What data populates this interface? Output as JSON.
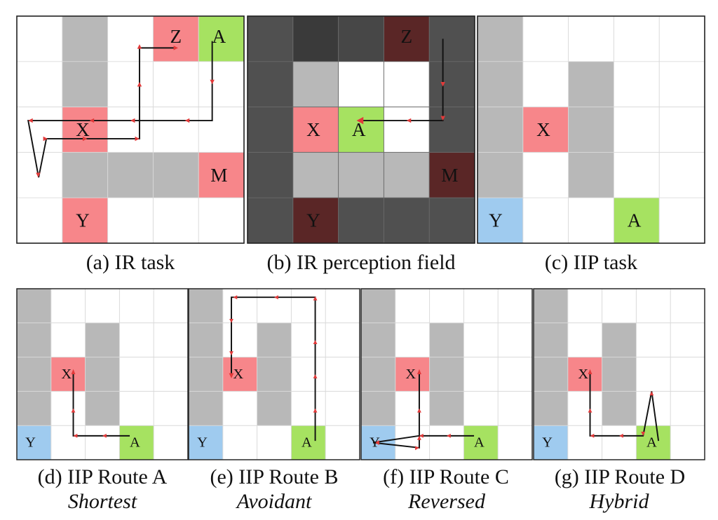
{
  "colors": {
    "red": "#f7868a",
    "green": "#a6e261",
    "blue": "#9fcbef",
    "wall": "#b8b8b8",
    "dark": "#505050",
    "darker": "#3a3a3a",
    "darkred": "#5a2626",
    "line": "#d9d9d9",
    "border": "#222222"
  },
  "panels": [
    {
      "id": "a",
      "caption": "(a) IR task",
      "subtitle": "",
      "labels": [
        {
          "text": "Z",
          "cell": [
            3,
            0
          ]
        },
        {
          "text": "A",
          "cell": [
            4,
            0
          ]
        },
        {
          "text": "X",
          "cell": [
            1,
            2
          ]
        },
        {
          "text": "M",
          "cell": [
            4,
            3
          ]
        },
        {
          "text": "Y",
          "cell": [
            1,
            4
          ]
        }
      ]
    },
    {
      "id": "b",
      "caption": "(b) IR perception field",
      "subtitle": "",
      "labels": [
        {
          "text": "Z",
          "cell": [
            3,
            0
          ]
        },
        {
          "text": "X",
          "cell": [
            1,
            2
          ]
        },
        {
          "text": "A",
          "cell": [
            2,
            2
          ]
        },
        {
          "text": "M",
          "cell": [
            4,
            3
          ]
        },
        {
          "text": "Y",
          "cell": [
            1,
            4
          ]
        }
      ]
    },
    {
      "id": "c",
      "caption": "(c) IIP task",
      "subtitle": "",
      "labels": [
        {
          "text": "X",
          "cell": [
            1,
            2
          ]
        },
        {
          "text": "Y",
          "cell": [
            0,
            4
          ]
        },
        {
          "text": "A",
          "cell": [
            3,
            4
          ]
        }
      ]
    },
    {
      "id": "d",
      "caption": "(d) IIP Route A",
      "subtitle": "Shortest",
      "labels": [
        {
          "text": "X",
          "cell": [
            1,
            2
          ]
        },
        {
          "text": "Y",
          "cell": [
            0,
            4
          ]
        },
        {
          "text": "A",
          "cell": [
            3,
            4
          ]
        }
      ]
    },
    {
      "id": "e",
      "caption": "(e) IIP Route B",
      "subtitle": "Avoidant",
      "labels": [
        {
          "text": "X",
          "cell": [
            1,
            2
          ]
        },
        {
          "text": "Y",
          "cell": [
            0,
            4
          ]
        },
        {
          "text": "A",
          "cell": [
            3,
            4
          ]
        }
      ]
    },
    {
      "id": "f",
      "caption": "(f) IIP Route C",
      "subtitle": "Reversed",
      "labels": [
        {
          "text": "X",
          "cell": [
            1,
            2
          ]
        },
        {
          "text": "Y",
          "cell": [
            0,
            4
          ]
        },
        {
          "text": "A",
          "cell": [
            3,
            4
          ]
        }
      ]
    },
    {
      "id": "g",
      "caption": "(g) IIP Route D",
      "subtitle": "Hybrid",
      "labels": [
        {
          "text": "X",
          "cell": [
            1,
            2
          ]
        },
        {
          "text": "Y",
          "cell": [
            0,
            4
          ]
        },
        {
          "text": "A",
          "cell": [
            3,
            4
          ]
        }
      ]
    }
  ]
}
